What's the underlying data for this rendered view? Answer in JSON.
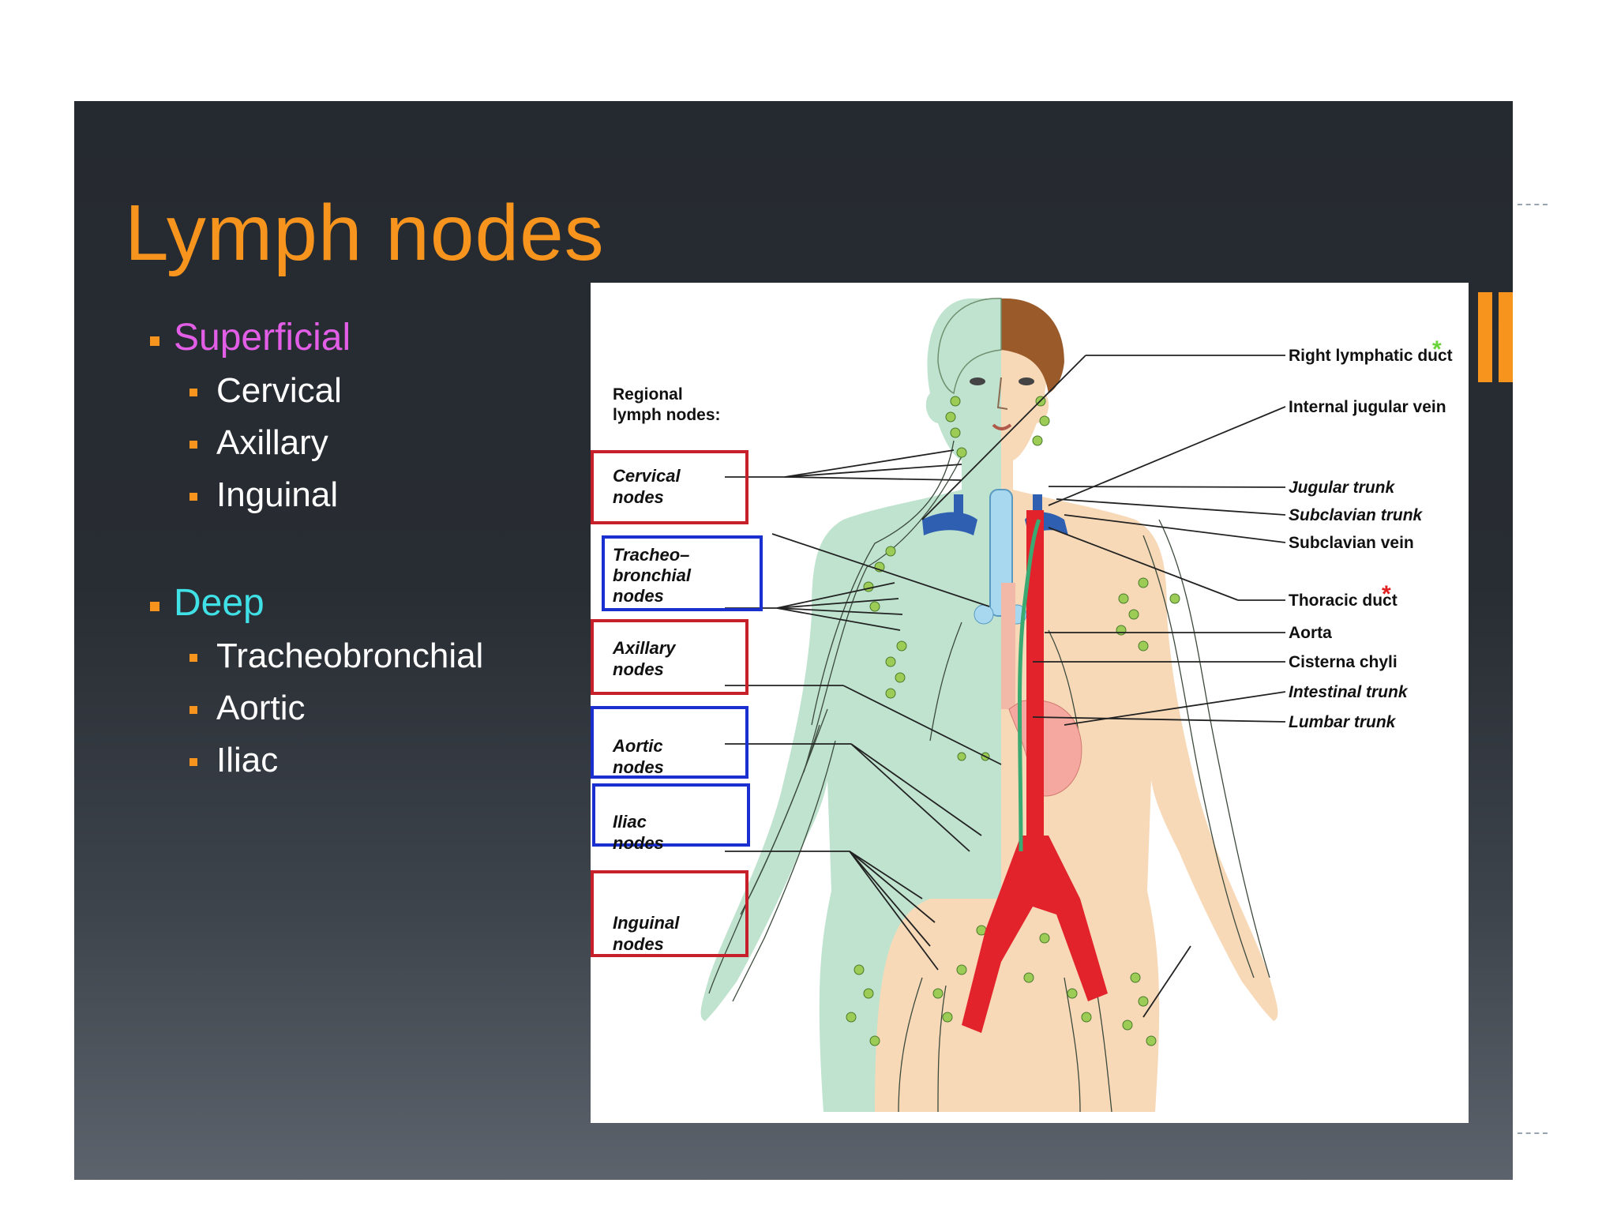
{
  "slide": {
    "title": "Lymph nodes",
    "colors": {
      "accent": "#f7941d",
      "superficial": "#e25ee6",
      "deep": "#3fe0e6"
    },
    "sections": [
      {
        "label": "Superficial",
        "items": [
          "Cervical",
          "Axillary",
          "Inguinal"
        ]
      },
      {
        "label": "Deep",
        "items": [
          "Tracheobronchial",
          "Aortic",
          "Iliac"
        ]
      }
    ]
  },
  "diagram": {
    "heading_line1": "Regional",
    "heading_line2": "lymph nodes:",
    "left_labels": [
      {
        "line1": "Cervical",
        "line2": "nodes",
        "box_color": "#c8202a"
      },
      {
        "line1": "Tracheo–",
        "line2": "bronchial",
        "line3": "nodes",
        "box_color": "#1a2fd0"
      },
      {
        "line1": "Axillary",
        "line2": "nodes",
        "box_color": "#c8202a"
      },
      {
        "line1": "Aortic",
        "line2": "nodes",
        "box_color": "#1a2fd0"
      },
      {
        "line1": "Iliac",
        "line2": "nodes",
        "box_color": "#1a2fd0"
      },
      {
        "line1": "Inguinal",
        "line2": "nodes",
        "box_color": "#c8202a"
      }
    ],
    "right_labels": [
      {
        "text": "Right lymphatic duct",
        "marker": "*",
        "marker_color": "#6ad43a"
      },
      {
        "text": "Internal jugular vein"
      },
      {
        "text": "Jugular trunk"
      },
      {
        "text": "Subclavian trunk"
      },
      {
        "text": "Subclavian vein"
      },
      {
        "text": "Thoracic duct",
        "marker": "*",
        "marker_color": "#e02020"
      },
      {
        "text": "Aorta"
      },
      {
        "text": "Cisterna chyli"
      },
      {
        "text": "Intestinal trunk"
      },
      {
        "text": "Lumbar trunk"
      }
    ]
  }
}
